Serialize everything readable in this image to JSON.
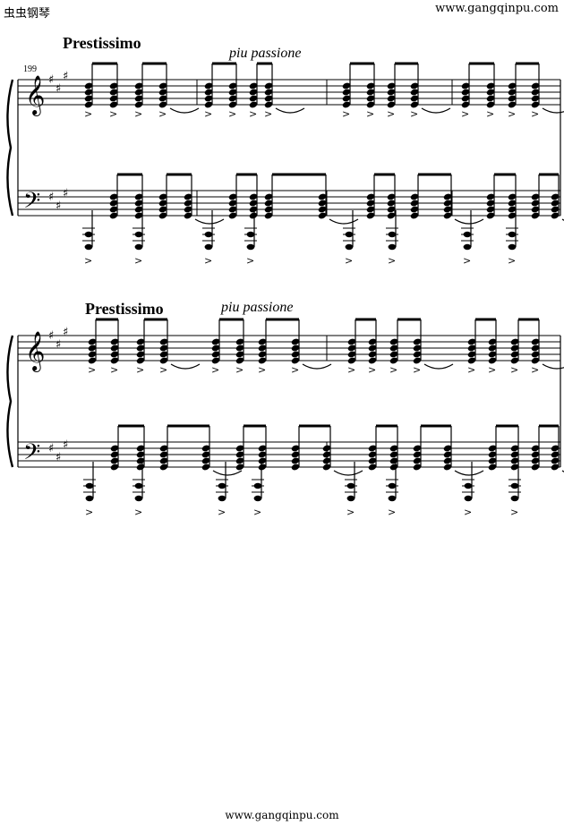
{
  "header": {
    "site_name": "虫虫钢琴",
    "site_url": "www.gangqinpu.com"
  },
  "footer": {
    "site_url": "www.gangqinpu.com"
  },
  "score": {
    "measure_number": "199",
    "clef_treble": "𝄞",
    "clef_bass": "𝄢",
    "accidental": "♯",
    "accent": ">",
    "systems": [
      {
        "tempo": "Prestissimo",
        "expression": "piu passione"
      },
      {
        "tempo": "Prestissimo",
        "expression": "piu passione"
      }
    ]
  }
}
